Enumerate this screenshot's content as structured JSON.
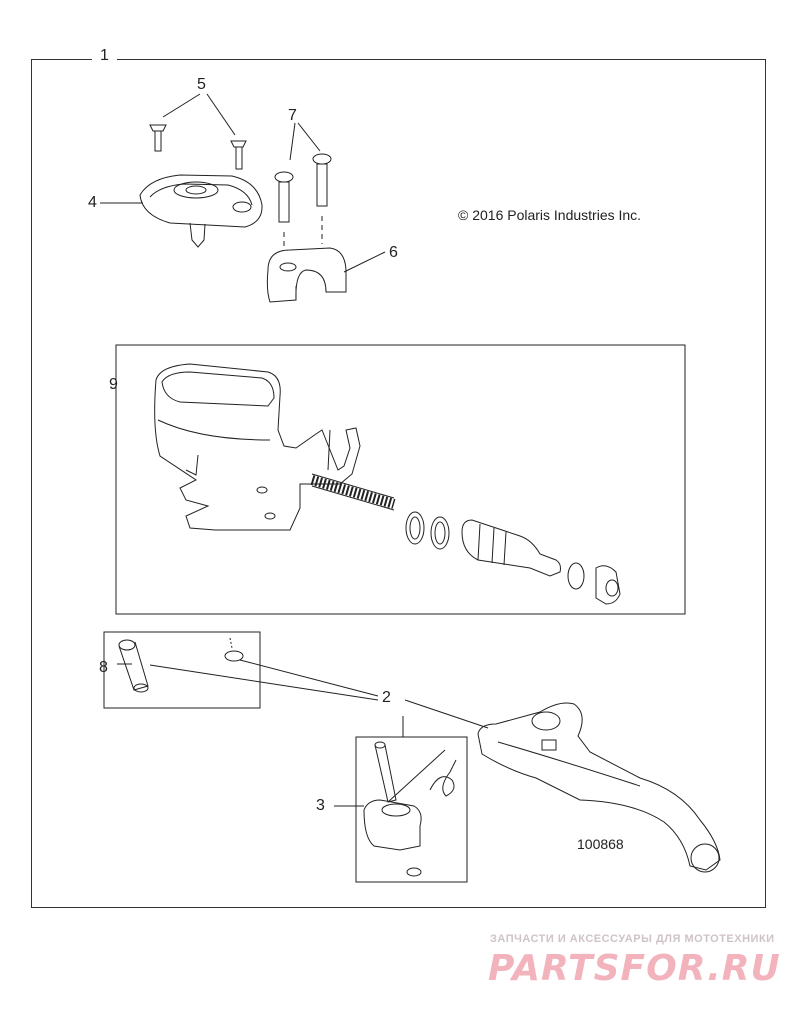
{
  "diagram": {
    "frame_label": "1",
    "callouts": [
      "2",
      "3",
      "4",
      "5",
      "6",
      "7",
      "8",
      "9"
    ],
    "copyright": "© 2016 Polaris Industries Inc.",
    "reference_number": "100868"
  },
  "watermark": {
    "subtitle": "ЗАПЧАСТИ И АКСЕССУАРЫ ДЛЯ МОТОТЕХНИКИ",
    "logo": "PARTSFOR.RU"
  }
}
